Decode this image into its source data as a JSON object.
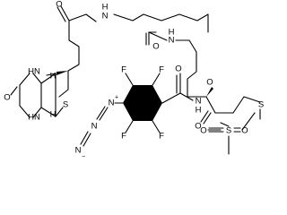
{
  "atom_labels": {
    "ketone_o_top": "O",
    "amide_nh_top": "N",
    "amide_h_top": "H",
    "amide_o_mid": "O",
    "amide_nh_right": "N",
    "amide_h_right": "H",
    "biotin_nh_upper": "HN",
    "biotin_nh_lower": "HN",
    "biotin_o": "O",
    "biotin_s": "S",
    "biotin_h_upper": "H",
    "biotin_h_lower": "H",
    "ring_f_tl": "F",
    "ring_f_tr": "F",
    "ring_f_bl": "F",
    "ring_f_br": "F",
    "aryl_amide_o": "O",
    "aryl_amide_n": "N",
    "aryl_amide_h": "H",
    "ester_o_carbonyl": "O",
    "ester_o_link": "O",
    "azide_n1": "N",
    "azide_plus": "+",
    "azide_n2": "N",
    "azide_n3": "N",
    "azide_minus": "−",
    "thio_s1": "S",
    "thio_s2": "S",
    "sulfonyl_o_left": "O",
    "sulfonyl_o_right": "O"
  }
}
